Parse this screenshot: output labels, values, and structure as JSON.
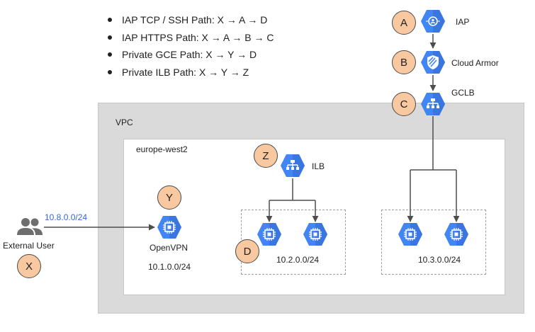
{
  "legend": [
    "IAP TCP / SSH Path: X → A → D",
    "IAP HTTPS Path: X → A → B → C",
    "Private GCE Path: X → Y → D",
    "Private ILB Path: X → Y → Z"
  ],
  "labels": {
    "iap": "IAP",
    "cloud_armor": "Cloud Armor",
    "gclb": "GCLB",
    "vpc": "VPC",
    "region": "europe-west2",
    "ilb": "ILB",
    "openvpn": "OpenVPN",
    "openvpn_cidr": "10.1.0.0/24",
    "external_user": "External User",
    "client_cidr": "10.8.0.0/24",
    "subnet_a_cidr": "10.2.0.0/24",
    "subnet_b_cidr": "10.3.0.0/24"
  },
  "badges": {
    "a": "A",
    "b": "B",
    "c": "C",
    "x": "X",
    "y": "Y",
    "z": "Z",
    "d": "D"
  },
  "icons": {
    "iap": "iap-icon",
    "cloud_armor": "cloud-armor-icon",
    "gclb": "load-balancer-icon",
    "ilb": "load-balancer-icon",
    "openvpn": "compute-engine-icon",
    "vm": "compute-engine-icon",
    "user": "users-icon"
  },
  "colors": {
    "gcp_blue": "#4285f4",
    "gcp_blue_dark": "#3367d6",
    "badge_fill": "#f8c9a0",
    "vpc_fill": "#dadada",
    "cidr_link": "#3367d6",
    "user_icon": "#6e6e6e"
  }
}
